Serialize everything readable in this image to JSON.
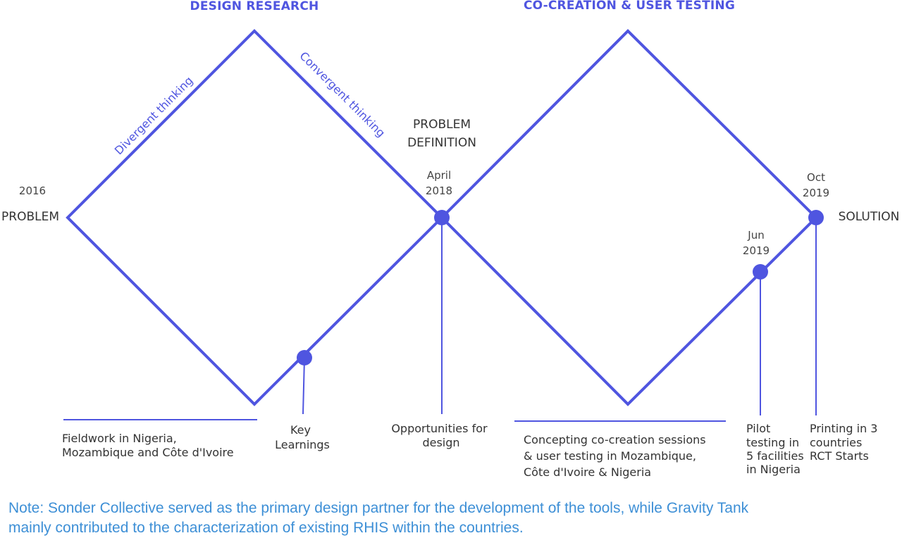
{
  "colors": {
    "accent": "#4f55e0",
    "note": "#3d8fd6",
    "text": "#333333"
  },
  "phases": {
    "design_research": "DESIGN RESEARCH",
    "cocreation_testing": "CO-CREATION & USER TESTING"
  },
  "thinking": {
    "divergent": "Divergent thinking",
    "convergent": "Convergent thinking"
  },
  "endpoints": {
    "problem": "PROBLEM",
    "problem_year": "2016",
    "definition_line1": "PROBLEM",
    "definition_line2": "DEFINITION",
    "solution": "SOLUTION"
  },
  "dates": {
    "april": "April",
    "year_2018": "2018",
    "jun": "Jun",
    "jun_year": "2019",
    "oct": "Oct",
    "oct_year": "2019"
  },
  "milestones": {
    "fieldwork": [
      "Fieldwork in Nigeria,",
      "Mozambique and Côte d'Ivoire"
    ],
    "key_learnings": [
      "Key",
      "Learnings"
    ],
    "opportunities": [
      "Opportunities for",
      "design"
    ],
    "concepting": [
      "Concepting co-creation sessions",
      "& user testing in Mozambique,",
      "Côte d'Ivoire & Nigeria"
    ],
    "pilot": [
      "Pilot",
      "testing in",
      "5 facilities",
      "in Nigeria"
    ],
    "printing": [
      "Printing in 3",
      "countries",
      "RCT Starts"
    ]
  },
  "note": {
    "line1": "Note: Sonder Collective served as the primary design partner for the development of the tools, while Gravity Tank",
    "line2": "mainly contributed to the characterization of existing RHIS within the countries."
  }
}
